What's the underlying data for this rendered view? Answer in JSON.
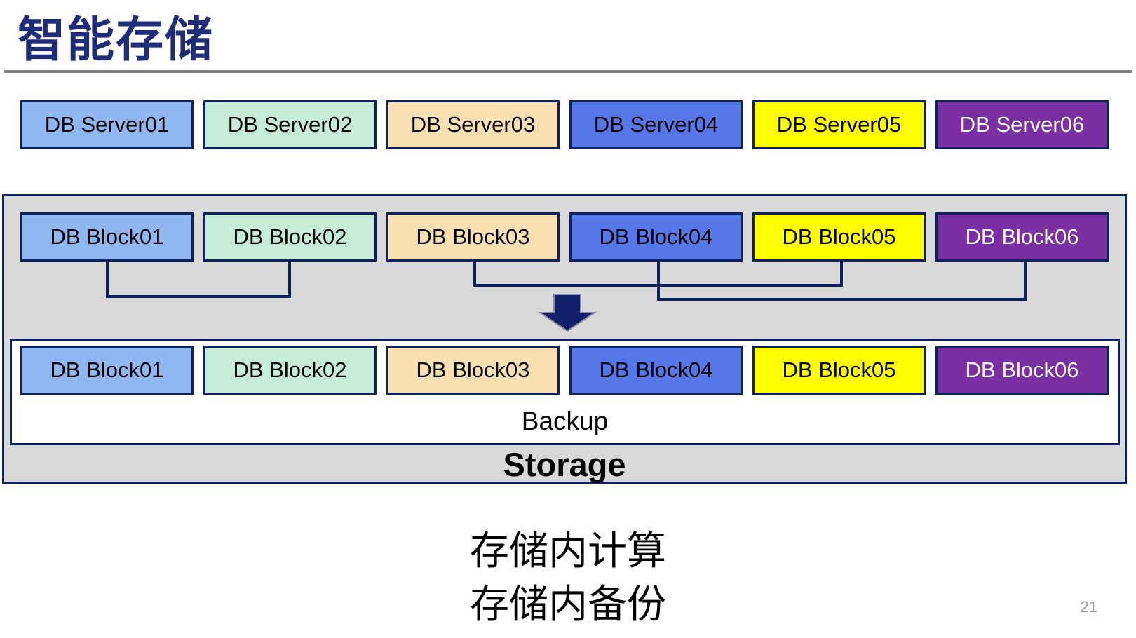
{
  "slide": {
    "title": "智能存储",
    "captions": [
      "存储内计算",
      "存储内备份"
    ],
    "page_number": "21"
  },
  "palette": [
    {
      "name": "light-blue",
      "fill": "#8FB7F2",
      "text": "#000000"
    },
    {
      "name": "mint-green",
      "fill": "#C6EDD7",
      "text": "#000000"
    },
    {
      "name": "tan",
      "fill": "#F8E0B2",
      "text": "#000000"
    },
    {
      "name": "medium-blue",
      "fill": "#5677E8",
      "text": "#000000"
    },
    {
      "name": "yellow",
      "fill": "#FFFF00",
      "text": "#000000"
    },
    {
      "name": "purple",
      "fill": "#7A2FA2",
      "text": "#FFFFFF"
    }
  ],
  "colors": {
    "title": "#1F2C78",
    "divider": "#808080",
    "box_border": "#0E2163",
    "storage_background": "#D9D9D9",
    "connector": "#0E2163",
    "arrow": "#12206B",
    "page_number": "#9A9A9A"
  },
  "servers": {
    "labels": [
      "DB Server01",
      "DB Server02",
      "DB Server03",
      "DB Server04",
      "DB Server05",
      "DB Server06"
    ]
  },
  "storage": {
    "label": "Storage",
    "blocks_top": [
      "DB Block01",
      "DB Block02",
      "DB Block03",
      "DB Block04",
      "DB Block05",
      "DB Block06"
    ],
    "backup": {
      "label": "Backup",
      "blocks": [
        "DB Block01",
        "DB Block02",
        "DB Block03",
        "DB Block04",
        "DB Block05",
        "DB Block06"
      ]
    }
  }
}
